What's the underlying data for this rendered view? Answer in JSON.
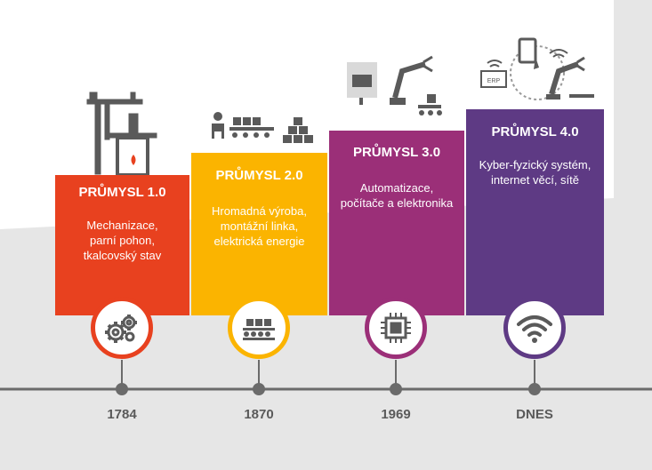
{
  "columns": [
    {
      "title": "PRŮMYSL 1.0",
      "description": "Mechanizace,\nparní pohon,\ntkalcovský stav",
      "year": "1784",
      "icon": "gears-icon",
      "color": "#e8411f"
    },
    {
      "title": "PRŮMYSL 2.0",
      "description": "Hromadná výroba,\nmontážní linka,\nelektrická energie",
      "year": "1870",
      "icon": "conveyor-icon",
      "color": "#fbb400"
    },
    {
      "title": "PRŮMYSL 3.0",
      "description": "Automatizace,\npočítače a elektronika",
      "year": "1969",
      "icon": "chip-icon",
      "color": "#9b2f78"
    },
    {
      "title": "PRŮMYSL 4.0",
      "description": "Kyber-fyzický systém,\ninternet věcí, sítě",
      "year": "DNES",
      "icon": "wifi-icon",
      "color": "#5e3a84"
    }
  ],
  "illustration_labels": {
    "erp": "ERP"
  },
  "colors": {
    "background_gray": "#e6e6e6",
    "timeline": "#6b6b6b",
    "illustration": "#5a5a5a"
  }
}
